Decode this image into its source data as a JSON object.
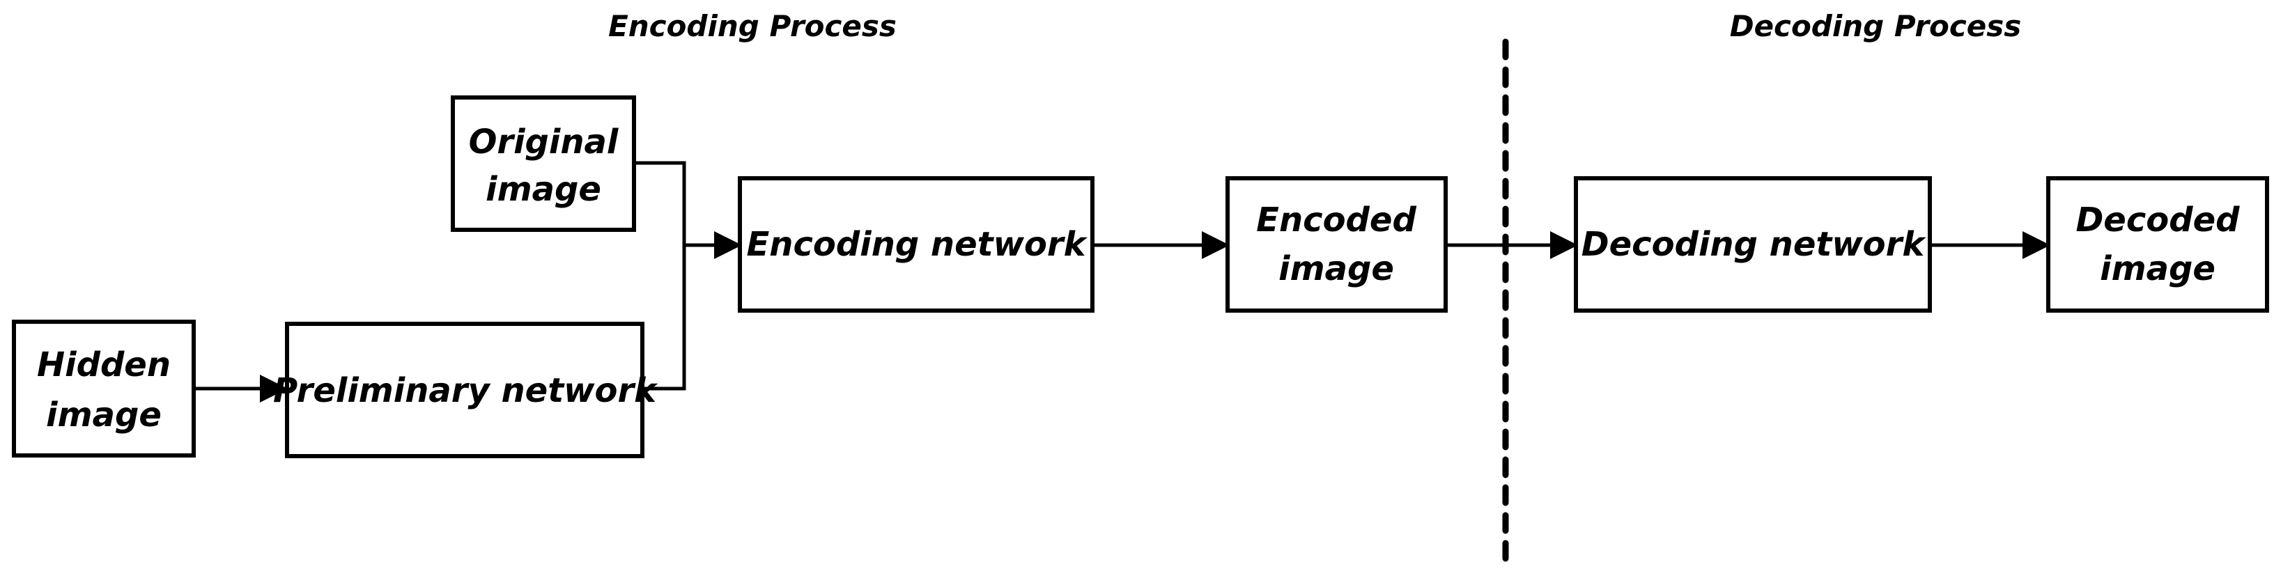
{
  "sections": {
    "encoding_title": "Encoding Process",
    "decoding_title": "Decoding Process"
  },
  "nodes": {
    "original_image": [
      "Original",
      "image"
    ],
    "hidden_image": [
      "Hidden",
      "image"
    ],
    "preliminary_network": [
      "Preliminary network"
    ],
    "encoding_network": [
      "Encoding network"
    ],
    "encoded_image": [
      "Encoded",
      "image"
    ],
    "decoding_network": [
      "Decoding network"
    ],
    "decoded_image": [
      "Decoded",
      "image"
    ]
  },
  "colors": {
    "stroke": "#000000",
    "background": "#ffffff"
  }
}
